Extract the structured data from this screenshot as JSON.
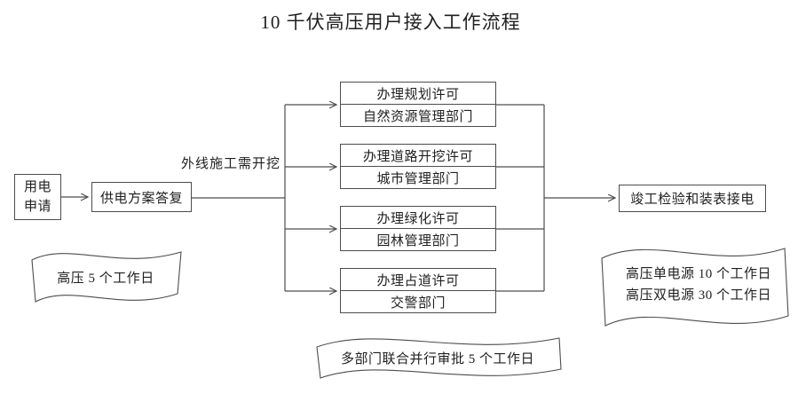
{
  "title": "10 千伏高压用户接入工作流程",
  "nodes": {
    "apply": {
      "line1": "用电",
      "line2": "申请"
    },
    "reply": "供电方案答复",
    "permits": [
      {
        "title": "办理规划许可",
        "dept": "自然资源管理部门"
      },
      {
        "title": "办理道路开挖许可",
        "dept": "城市管理部门"
      },
      {
        "title": "办理绿化许可",
        "dept": "园林管理部门"
      },
      {
        "title": "办理占道许可",
        "dept": "交警部门"
      }
    ],
    "complete": "竣工检验和装表接电"
  },
  "labels": {
    "branch": "外线施工需开挖"
  },
  "notes": {
    "left": "高压 5 个工作日",
    "right_line1": "高压单电源 10 个工作日",
    "right_line2": "高压双电源 30 个工作日",
    "bottom": "多部门联合并行审批 5 个工作日"
  },
  "colors": {
    "line": "#4d4d4d",
    "text": "#1f1f1f",
    "background": "#ffffff"
  }
}
